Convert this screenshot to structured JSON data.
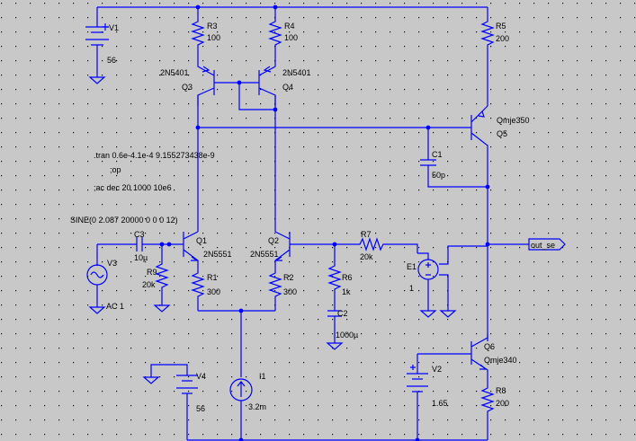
{
  "labels": {
    "v1_name": "V1",
    "v1_val": "56",
    "r3_name": "R3",
    "r3_val": "100",
    "r4_name": "R4",
    "r4_val": "100",
    "r5_name": "R5",
    "r5_val": "200",
    "q3_model": "2N5401",
    "q3_name": "Q3",
    "q4_model": "2N5401",
    "q4_name": "Q4",
    "q5_model": "Qmje350",
    "q5_name": "Q5",
    "c1_name": "C1",
    "c1_val": "50p",
    "tran": ".tran 0.6e-4.1e-4 9.155273438e-9",
    "op": ";op",
    "ac": ";ac dec 20 1000 10e6",
    "sine": "SINE(0 2.087 20000 0 0 0 12)",
    "c3_name": "C3",
    "c3_val": "10µ",
    "q1_name": "Q1",
    "q1_model": "2N5551",
    "q2_name": "Q2",
    "q2_model": "2N5551",
    "r7_name": "R7",
    "r7_val": "20k",
    "out_label": "out_se",
    "v3_name": "V3",
    "v3_ac": "AC 1",
    "r9_name": "R9",
    "r9_val": "20k",
    "r1_name": "R1",
    "r1_val": "300",
    "r2_name": "R2",
    "r2_val": "300",
    "r6_name": "R6",
    "r6_val": "1k",
    "e1_name": "E1",
    "e1_val": "1",
    "c2_name": "C2",
    "c2_val": "1000µ",
    "q6_name": "Q6",
    "q6_model": "Qmje340",
    "v4_name": "V4",
    "v4_val": "56",
    "i1_name": "I1",
    "i1_val": "3.2m",
    "v2_name": "V2",
    "v2_val": "1.65",
    "r8_name": "R8",
    "r8_val": "200"
  },
  "colors": {
    "background": "#c8c8c8",
    "wire": "#0000ff",
    "text": "#000000",
    "grid": "#000000"
  }
}
